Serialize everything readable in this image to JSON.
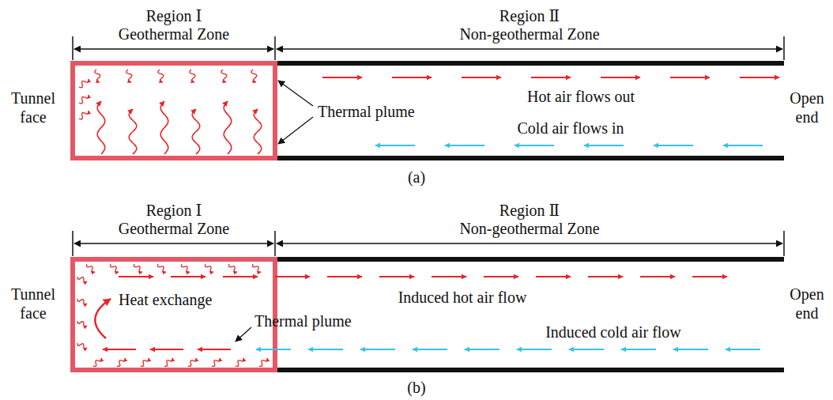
{
  "diagram": {
    "labels": [
      "Region Ⅰ",
      "Geothermal Zone",
      "Region Ⅱ",
      "Non-geothermal Zone",
      "Tunnel face",
      "Thermal plume",
      "Hot air flows out",
      "Cold air flows in",
      "Open end",
      "(a)",
      "Region Ⅰ",
      "Geothermal Zone",
      "Region Ⅱ",
      "Non-geothermal Zone",
      "Tunnel face",
      "Heat exchange",
      "Thermal plume",
      "Induced hot air flow",
      "Induced cold air flow",
      "Open end",
      "(b)"
    ]
  }
}
